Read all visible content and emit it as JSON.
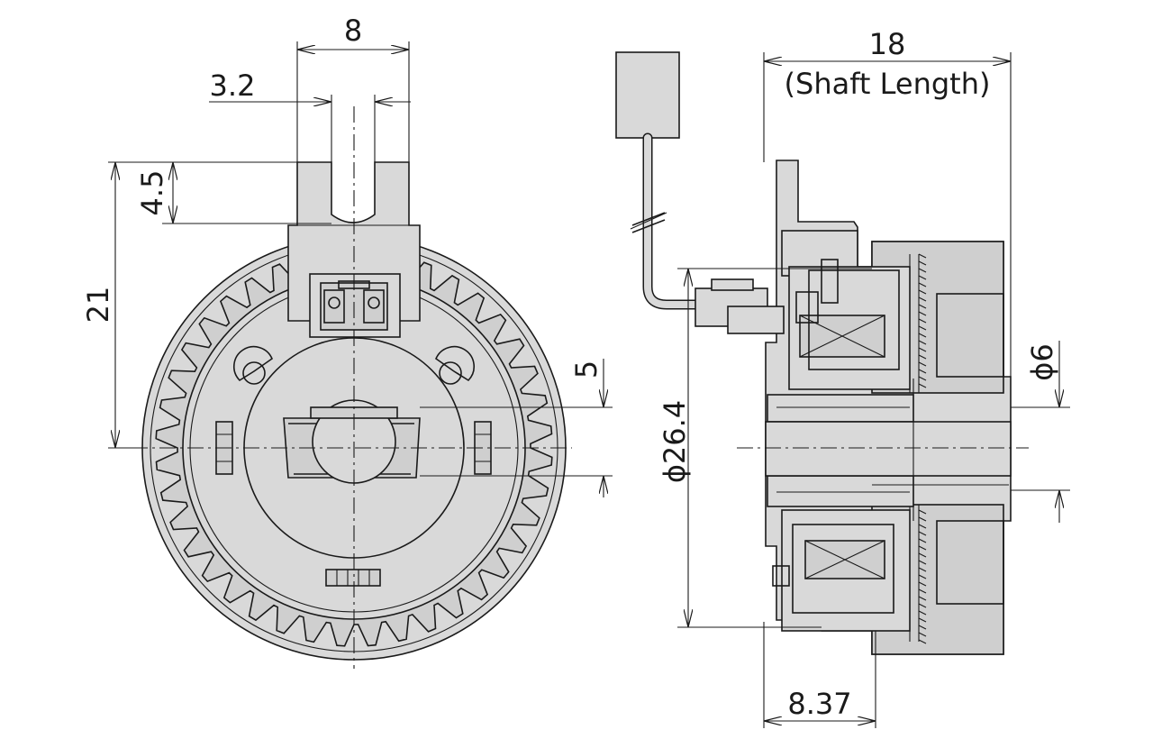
{
  "dimensions": {
    "slot_width": "8",
    "slot_gap": "3.2",
    "slot_depth": "4.5",
    "height_to_center": "21",
    "flat_offset": "5",
    "outer_diameter": "ϕ26.4",
    "shaft_length": "18",
    "shaft_length_note": "(Shaft Length)",
    "shaft_diameter": "ϕ6",
    "mount_offset": "8.37"
  },
  "colors": {
    "part_fill": "#d9d9d9",
    "line": "#1a1a1a",
    "background": "#ffffff"
  }
}
